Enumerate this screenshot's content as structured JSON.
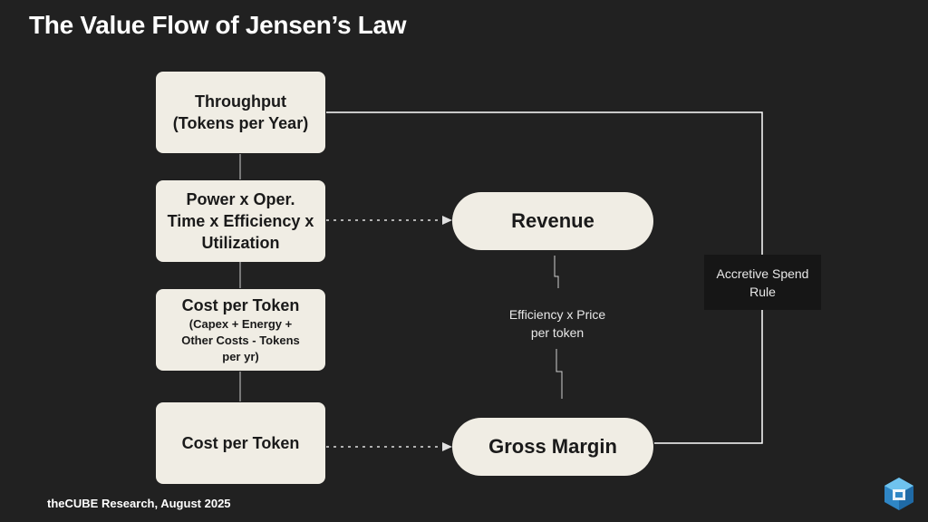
{
  "title": "The Value Flow of Jensen’s Law",
  "nodes": {
    "throughput": {
      "line1": "Throughput",
      "line2": "(Tokens per Year)"
    },
    "power": {
      "line1": "Power x Oper.",
      "line2": "Time x Efficiency x",
      "line3": "Utilization"
    },
    "cost_per_token_detail": {
      "title": "Cost per Token",
      "detail1": "(Capex + Energy +",
      "detail2": "Other Costs - Tokens",
      "detail3": "per yr)"
    },
    "cost_per_token": {
      "label": "Cost per Token"
    },
    "revenue": {
      "label": "Revenue"
    },
    "gross_margin": {
      "label": "Gross Margin"
    }
  },
  "edge_labels": {
    "efficiency_line1": "Efficiency x Price",
    "efficiency_line2": "per token",
    "accretive_line1": "Accretive Spend",
    "accretive_line2": "Rule"
  },
  "footer": "theCUBE Research, August 2025",
  "logo": {
    "icon": "cube-logo-icon",
    "color": "#3aa0dc"
  },
  "colors": {
    "background": "#212121",
    "node_fill": "#f0ede4",
    "text": "#ffffff"
  }
}
